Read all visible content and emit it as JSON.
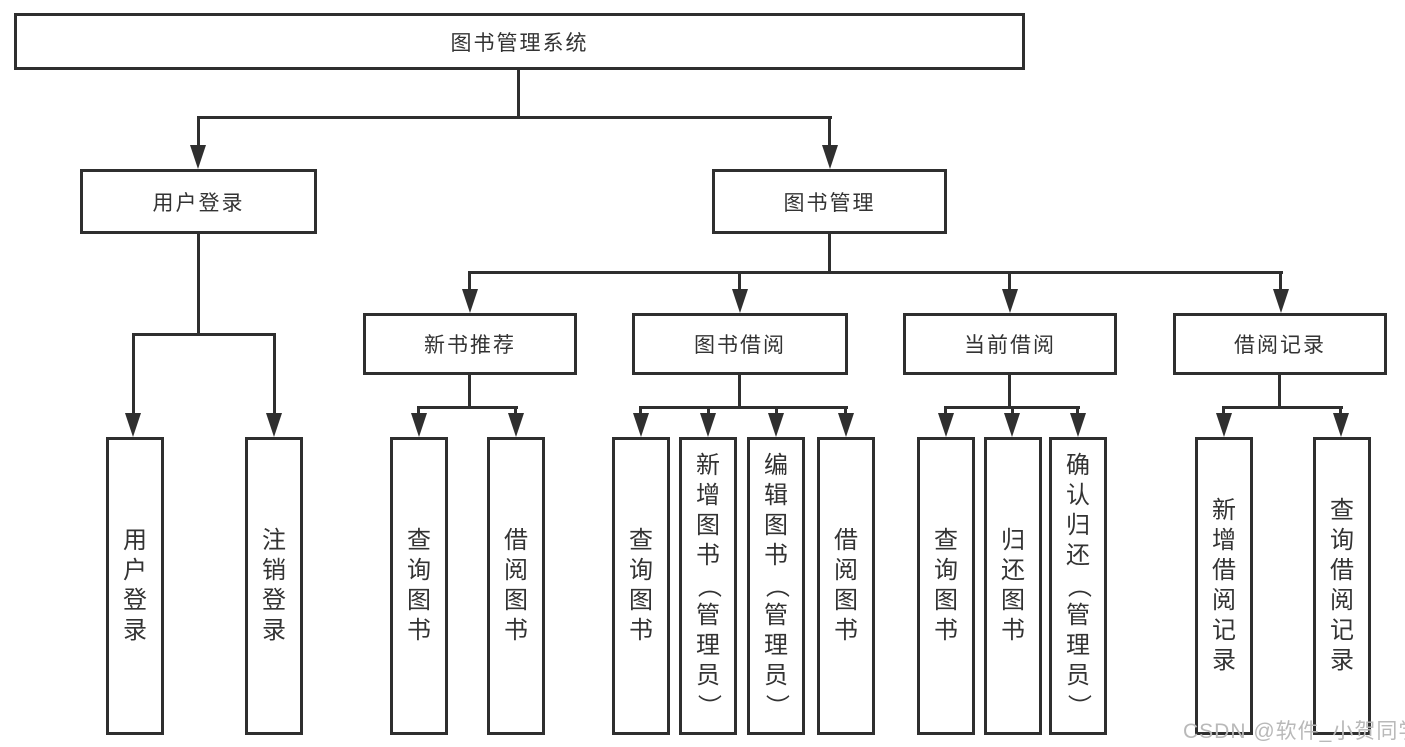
{
  "tree": {
    "root": "图书管理系统",
    "branches": [
      {
        "label": "用户登录",
        "children": [
          "用户登录",
          "注销登录"
        ]
      },
      {
        "label": "图书管理",
        "groups": [
          {
            "label": "新书推荐",
            "children": [
              "查询图书",
              "借阅图书"
            ]
          },
          {
            "label": "图书借阅",
            "children": [
              "查询图书",
              "新增图书（管理员）",
              "编辑图书（管理员）",
              "借阅图书"
            ]
          },
          {
            "label": "当前借阅",
            "children": [
              "查询图书",
              "归还图书",
              "确认归还（管理员）"
            ]
          },
          {
            "label": "借阅记录",
            "children": [
              "新增借阅记录",
              "查询借阅记录"
            ]
          }
        ]
      }
    ]
  },
  "watermark": "CSDN @软件_小贺同学",
  "colors": {
    "line": "#2f2f2f",
    "text": "#333333",
    "watermark": "#b9b9b9",
    "background": "#ffffff"
  }
}
